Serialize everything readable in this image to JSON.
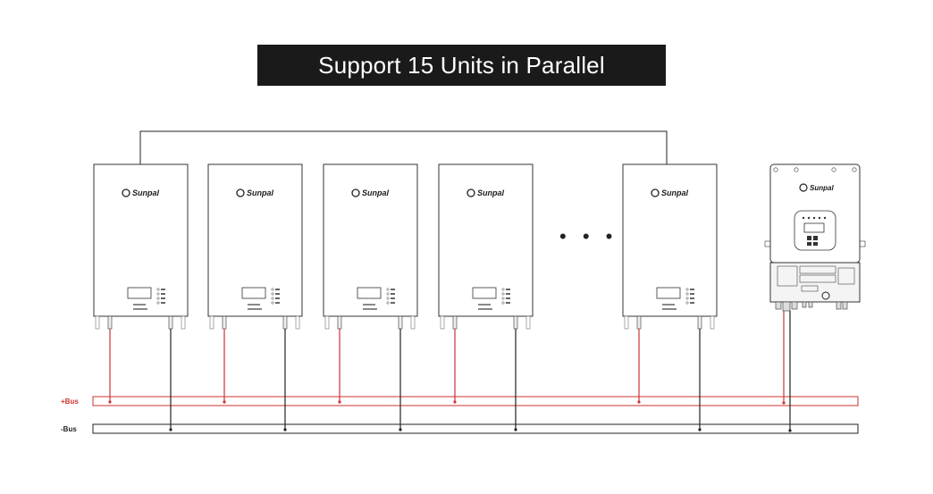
{
  "title": "Support 15 Units in Parallel",
  "bus": {
    "positive_label": "+Bus",
    "negative_label": "-Bus",
    "positive_color": "#cc3333",
    "negative_color": "#222222"
  },
  "battery": {
    "brand": "Sunpal",
    "count_shown": 5,
    "ellipsis": "• • •"
  },
  "inverter": {
    "brand": "Sunpal"
  }
}
